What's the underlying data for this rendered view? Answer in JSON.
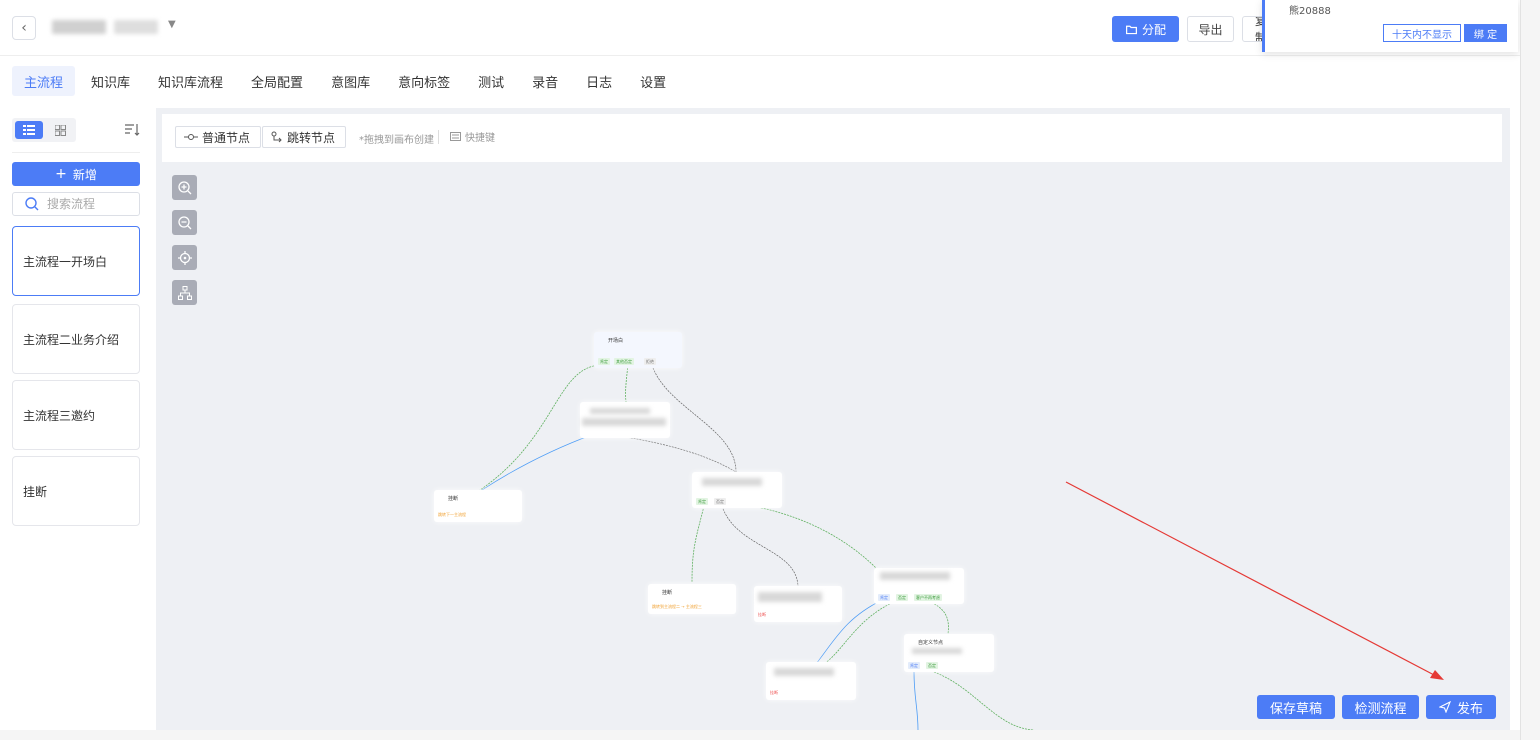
{
  "header": {
    "assign_label": "分配",
    "export_label": "导出",
    "copy_label": "复制"
  },
  "popup": {
    "text": "熊20888",
    "dismiss_label": "十天内不显示",
    "bind_label": "绑 定"
  },
  "tabs": [
    {
      "label": "主流程"
    },
    {
      "label": "知识库"
    },
    {
      "label": "知识库流程"
    },
    {
      "label": "全局配置"
    },
    {
      "label": "意图库"
    },
    {
      "label": "意向标签"
    },
    {
      "label": "测试"
    },
    {
      "label": "录音"
    },
    {
      "label": "日志"
    },
    {
      "label": "设置"
    }
  ],
  "left_panel": {
    "add_label": "新增",
    "search_placeholder": "搜索流程",
    "flows": [
      {
        "label": "主流程一开场白"
      },
      {
        "label": "主流程二业务介绍"
      },
      {
        "label": "主流程三邀约"
      },
      {
        "label": "挂断"
      }
    ]
  },
  "toolbar": {
    "normal_node_label": "普通节点",
    "jump_node_label": "跳转节点",
    "drag_hint": "*拖拽到画布创建",
    "shortcuts_label": "快捷键"
  },
  "nodes": {
    "start_title": "开场白",
    "start_tags": [
      "肯定",
      "其他否定",
      "拒绝"
    ],
    "hangup1_title": "挂断",
    "hangup1_note": "跳转下一主流程",
    "hangup2_title": "挂断",
    "hangup2_note": "跳转到主流程二 → 主流程三",
    "note_red": "挂断",
    "n5_title": "自定义节点",
    "n5_tags": [
      "肯定",
      "否定"
    ],
    "n4_tags": [
      "肯定",
      "否定",
      "客户不再考虑"
    ]
  },
  "actions": {
    "save_draft_label": "保存草稿",
    "check_flow_label": "检测流程",
    "publish_label": "发布"
  },
  "colors": {
    "primary": "#4c7cf6",
    "annotation_arrow": "#e53935"
  }
}
